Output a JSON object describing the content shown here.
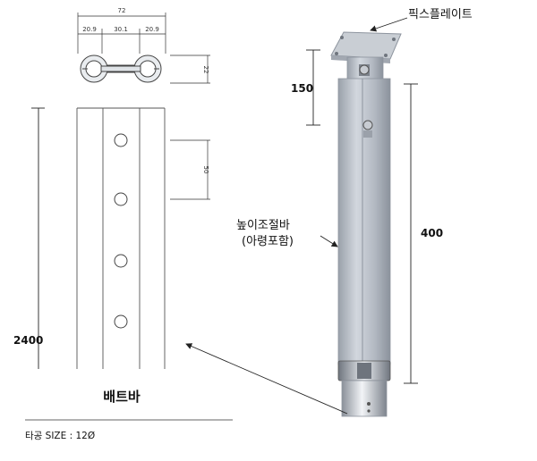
{
  "top_dims": {
    "total": "72",
    "left": "20.9",
    "middle": "30.1",
    "right": "20.9"
  },
  "profile_height_dim": "22",
  "hole_spacing_dim": "50",
  "bar_length_dim": "2400",
  "bar_caption": "배트바",
  "hole_size_note": "타공 SIZE : 12Ø",
  "fix_plate_label": "픽스플레이트",
  "post_dim_top": "150",
  "post_dim_main": "400",
  "height_adjust_label": "높이조절바",
  "height_adjust_sub": "(아령포함)",
  "colors": {
    "metal": "#b8bec7",
    "metal_dark": "#8e959f",
    "line": "#222222"
  }
}
